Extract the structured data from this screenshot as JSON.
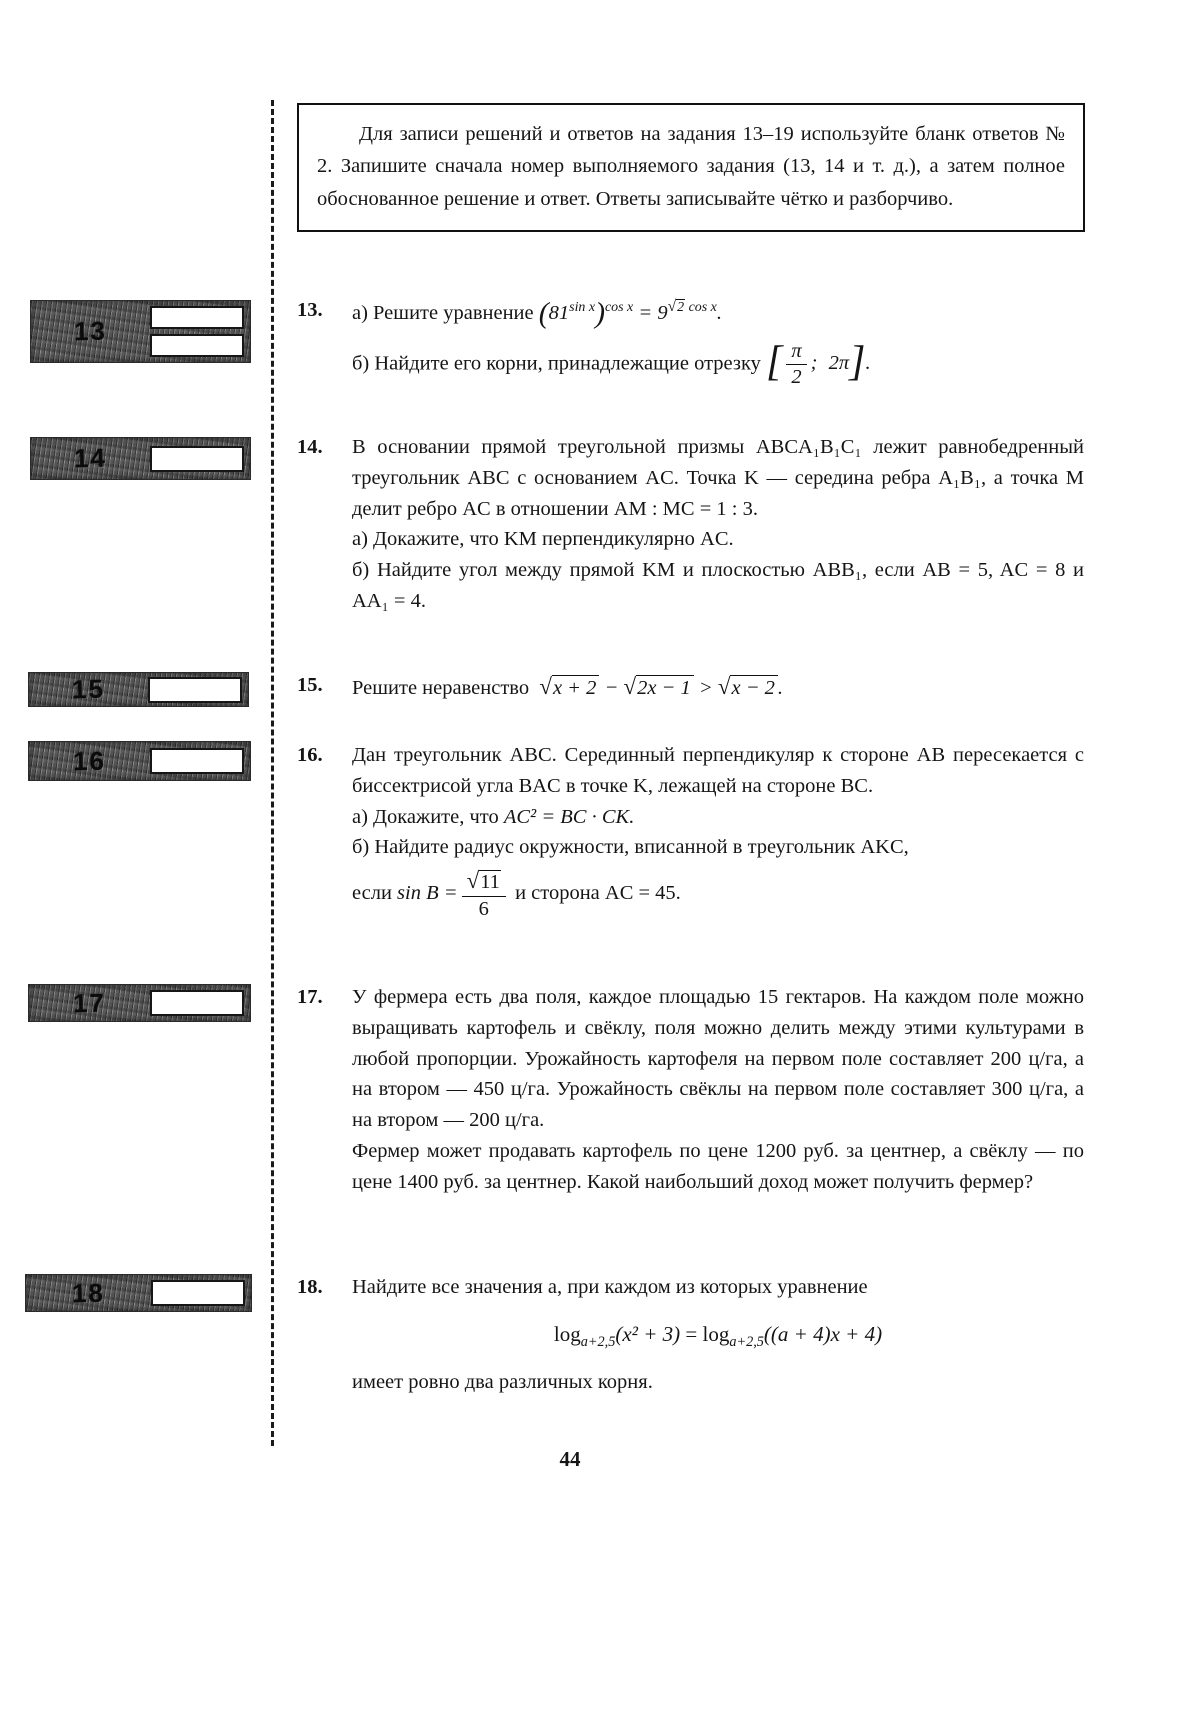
{
  "page": {
    "number": "44"
  },
  "symbols": {
    "sqrt": "√"
  },
  "instruction": {
    "text": "Для записи решений и ответов на задания 13–19 используйте бланк ответов № 2. Запишите сначала номер выполняемого задания (13, 14 и т. д.), а затем полное обоснованное решение и ответ. Ответы записывайте чётко и разборчиво."
  },
  "margin_boxes": {
    "b13": "13",
    "b14": "14",
    "b15": "15",
    "b16": "16",
    "b17": "17",
    "b18": "18"
  },
  "tasks": {
    "t13": {
      "number": "13.",
      "a_text": "а) Решите уравнение",
      "eq": {
        "lp": "(",
        "base": "81",
        "exp1": "sin x",
        "rp": ")",
        "exp2": "cos x",
        "equals": "=",
        "base2": "9",
        "exp3_rad": "2",
        "exp3_rest": "cos x",
        "period": "."
      },
      "b_text": "б) Найдите его корни, принадлежащие отрезку",
      "intv": {
        "lb": "[",
        "num": "π",
        "den": "2",
        "semi": ";",
        "right": "2π",
        "rb": "]",
        "period": "."
      }
    },
    "t14": {
      "number": "14.",
      "p1": "В основании прямой треугольной призмы ABCA₁B₁C₁ лежит равнобедренный треугольник ABC с основанием AC. Точка K — середина ребра A₁B₁, а точка M делит ребро AC в отношении AM : MC = 1 : 3.",
      "a": "а) Докажите, что KM перпендикулярно AC.",
      "b": "б) Найдите угол между прямой KM и плоскостью ABB₁, если AB = 5, AC = 8 и AA₁ = 4."
    },
    "t15": {
      "number": "15.",
      "text": "Решите неравенство",
      "r1": "x + 2",
      "minus": "−",
      "r2": "2x − 1",
      "gt": ">",
      "r3": "x − 2",
      "period": "."
    },
    "t16": {
      "number": "16.",
      "p1": "Дан треугольник ABC. Серединный перпендикуляр к стороне AB пересекается с биссектрисой угла BAC в точке K, лежащей на стороне BC.",
      "a_text": "а) Докажите, что",
      "a_eq": "AC² = BC · CK.",
      "b_text": "б) Найдите радиус окружности, вписанной в треугольник AKC,",
      "c_pre": "если",
      "c_sin": "sin B =",
      "frac_num": "11",
      "frac_den": "6",
      "c_post": "и сторона AC = 45."
    },
    "t17": {
      "number": "17.",
      "p1": "У фермера есть два поля, каждое площадью 15 гектаров. На каждом поле можно выращивать картофель и свёклу, поля можно делить между этими культурами в любой пропорции. Урожайность картофеля на первом поле составляет 200 ц/га, а на втором — 450 ц/га. Урожайность свёклы на первом поле составляет 300 ц/га, а на втором — 200 ц/га.",
      "p2": "Фермер может продавать картофель по цене 1200 руб. за центнер, а свёклу — по цене 1400 руб. за центнер. Какой наибольший доход может получить фермер?"
    },
    "t18": {
      "number": "18.",
      "p1": "Найдите все значения a, при каждом из которых уравнение",
      "eq": {
        "log1": "log",
        "sub1": "a+2,5",
        "arg1": "(x² + 3)",
        "equals": "=",
        "log2": "log",
        "sub2": "a+2,5",
        "arg2": "((a + 4)x + 4)"
      },
      "p2": "имеет ровно два различных корня."
    }
  }
}
